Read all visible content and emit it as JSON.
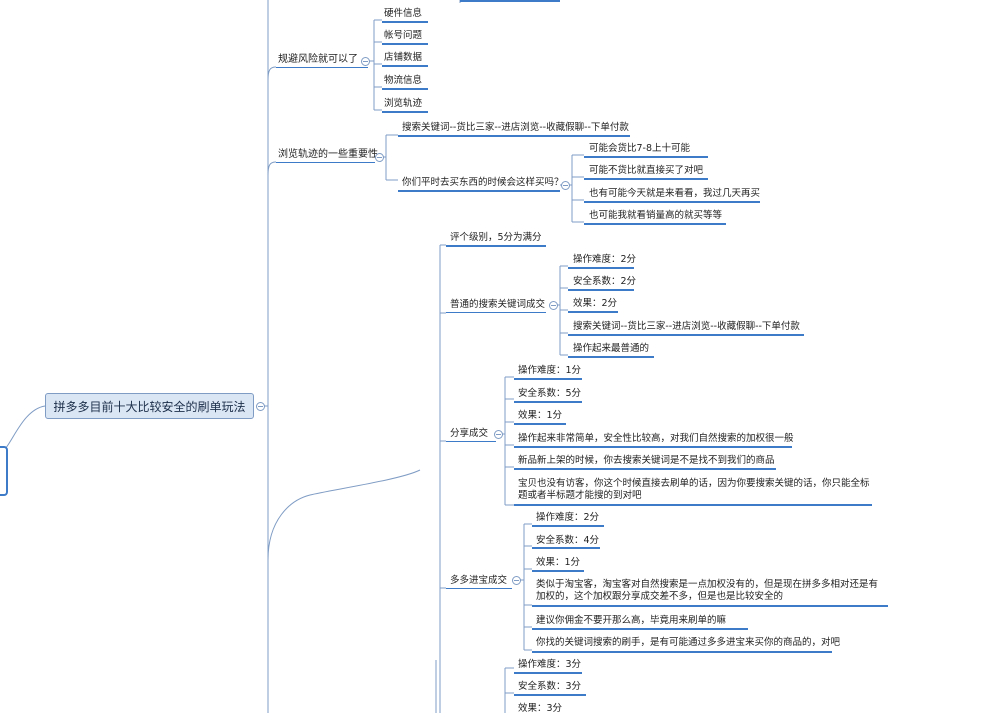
{
  "central": "拼多多目前十大比较安全的刷单玩法",
  "branch1": {
    "label": "规避风险就可以了",
    "items": [
      "硬件信息",
      "帐号问题",
      "店铺数据",
      "物流信息",
      "浏览轨迹"
    ]
  },
  "branch2": {
    "label": "浏览轨迹的一些重要性",
    "item1": "搜索关键词--货比三家--进店浏览--收藏假聊--下单付款",
    "item2": "你们平时去买东西的时候会这样买吗？",
    "sub": [
      "可能会货比7-8上十可能",
      "可能不货比就直接买了对吧",
      "也有可能今天就是来看看，我过几天再买",
      "也可能我就看销量高的就买等等"
    ]
  },
  "branch3": {
    "rating": "评个级别，5分为满分",
    "g1": {
      "label": "普通的搜索关键词成交",
      "items": [
        "操作难度：2分",
        "安全系数：2分",
        "效果：2分",
        "搜索关键词--货比三家--进店浏览--收藏假聊--下单付款",
        "操作起来最普通的"
      ]
    },
    "g2": {
      "label": "分享成交",
      "items": [
        "操作难度：1分",
        "安全系数：5分",
        "效果：1分",
        "操作起来非常简单，安全性比较高，对我们自然搜索的加权很一般",
        "新品新上架的时候，你去搜索关键词是不是找不到我们的商品",
        "宝贝也没有访客，你这个时候直接去刷单的话，因为你要搜索关键的话，你只能全标题或者半标题才能搜的到对吧"
      ]
    },
    "g3": {
      "label": "多多进宝成交",
      "items": [
        "操作难度：2分",
        "安全系数：4分",
        "效果：1分",
        "类似于淘宝客，淘宝客对自然搜索是一点加权没有的，但是现在拼多多相对还是有加权的，这个加权跟分享成交差不多，但是也是比较安全的",
        "建议你佣金不要开那么高，毕竟用来刷单的嘛",
        "你找的关键词搜索的刷手，是有可能通过多多进宝来买你的商品的，对吧"
      ]
    },
    "g4": {
      "items": [
        "操作难度：3分",
        "安全系数：3分",
        "效果：3分"
      ]
    }
  }
}
